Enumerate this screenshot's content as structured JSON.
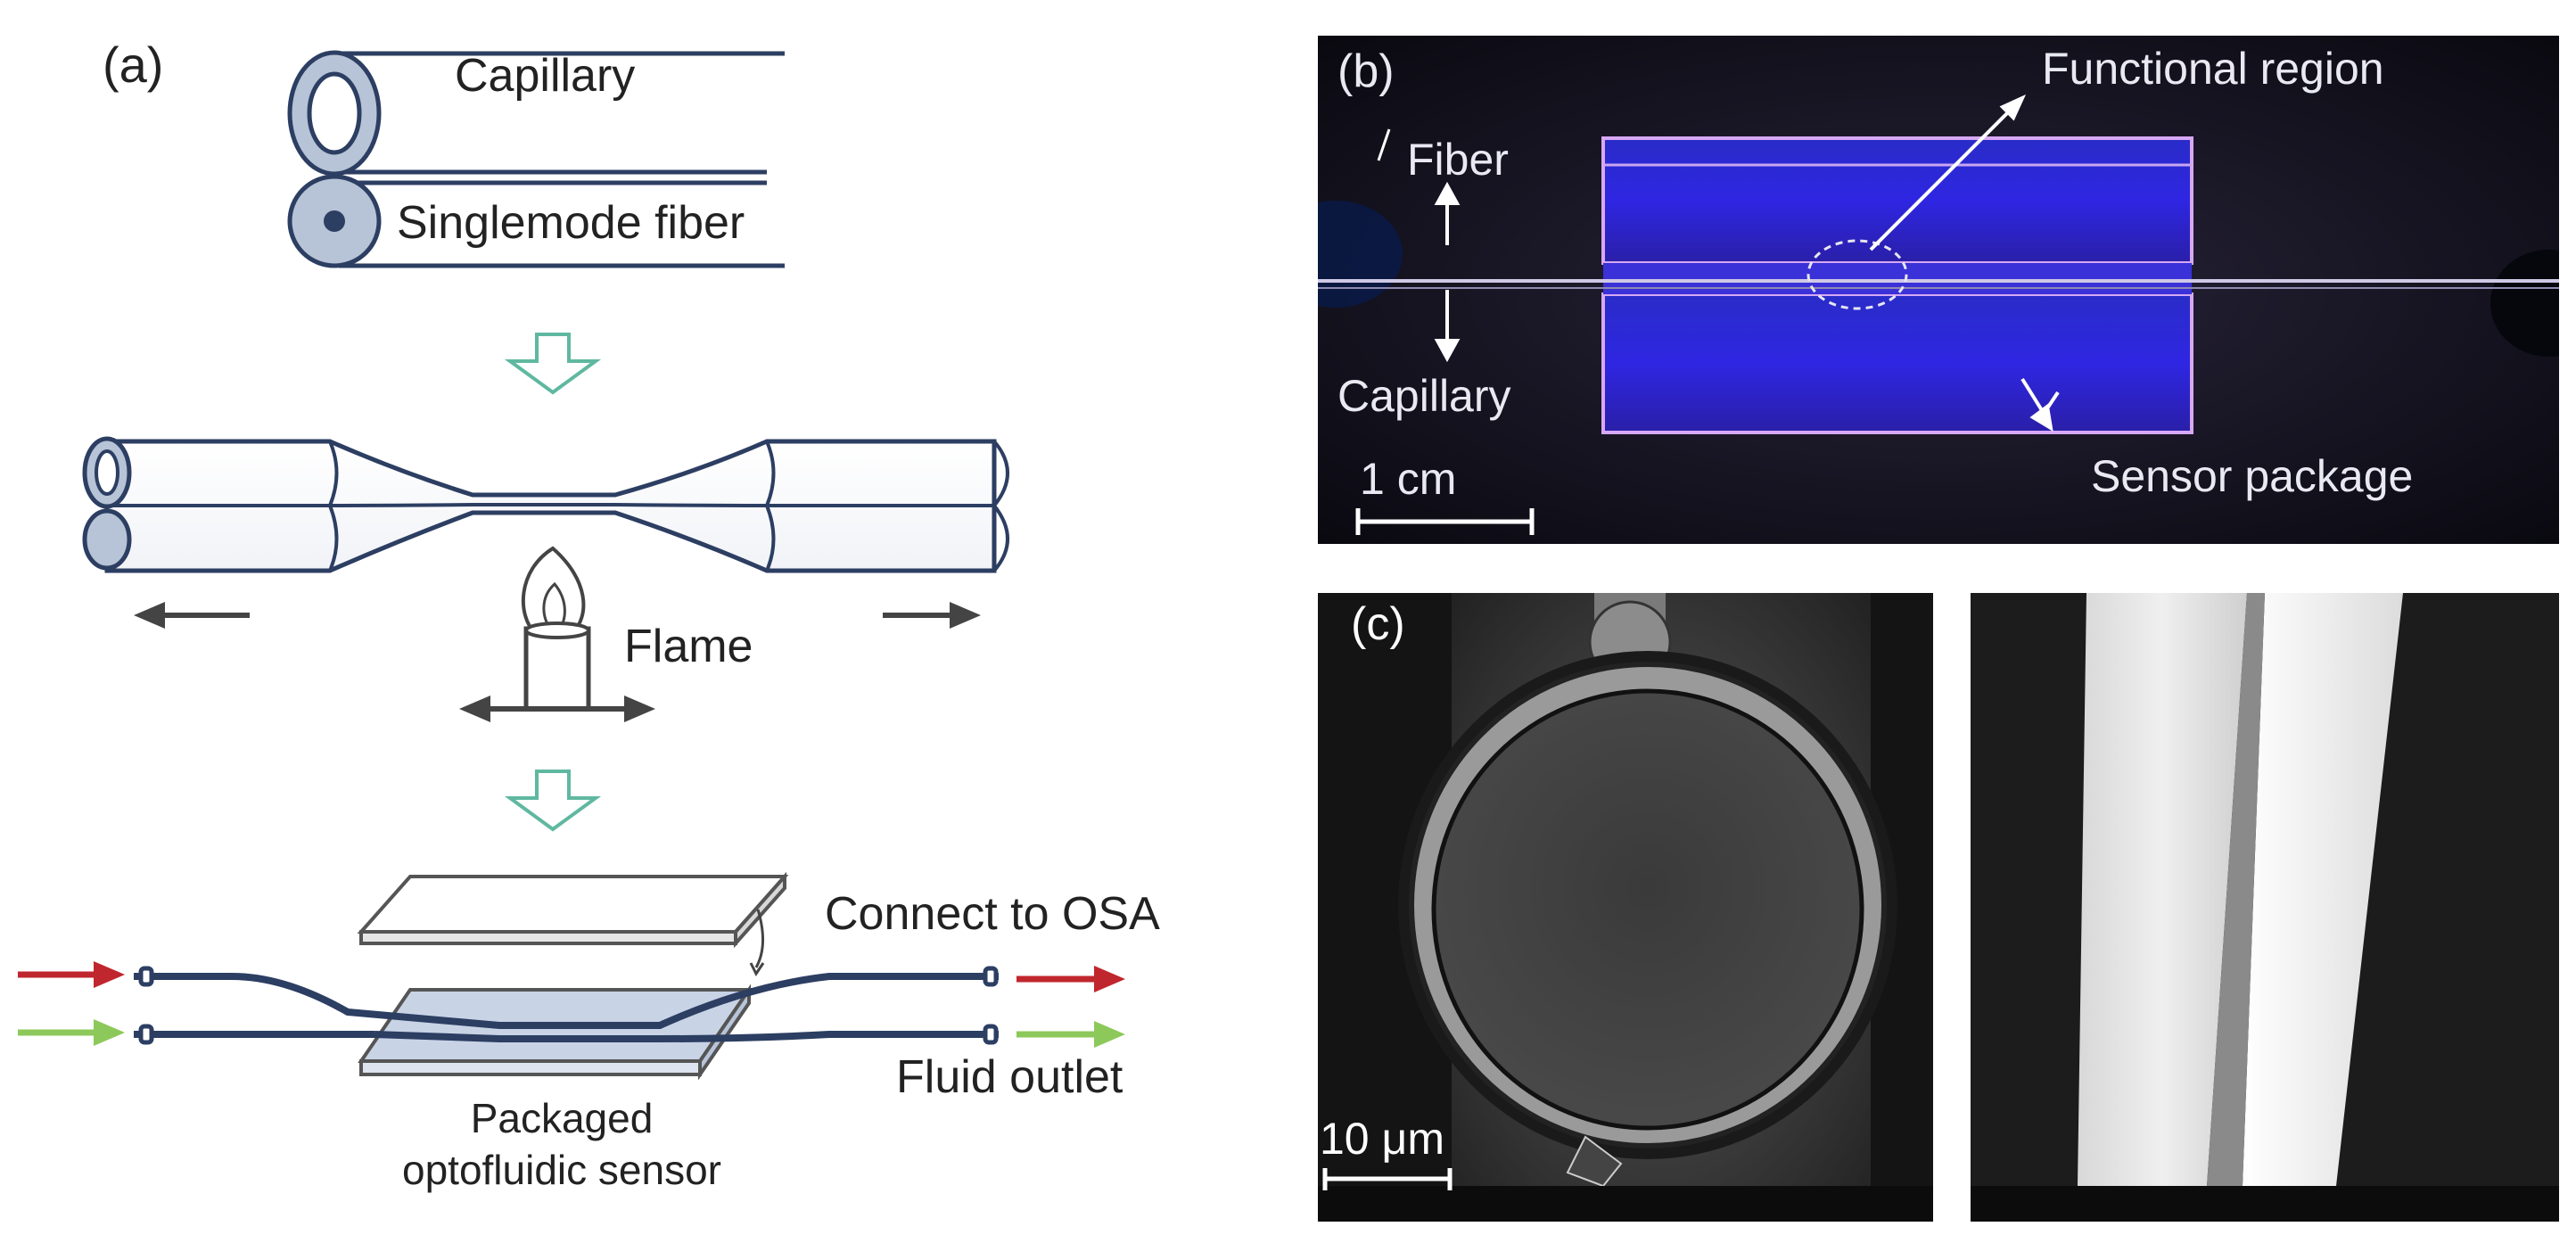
{
  "panel_a": {
    "panel_label": "(a)",
    "capillary_label": "Capillary",
    "fiber_label": "Singlemode fiber",
    "flame_label": "Flame",
    "osa_label": "Connect to OSA",
    "outlet_label": "Fluid outlet",
    "sensor_label_line1": "Packaged",
    "sensor_label_line2": "optofluidic sensor",
    "colors": {
      "outline": "#2c3e62",
      "down_arrow": "#5fb8a0",
      "red_arrow": "#c0262d",
      "green_arrow": "#8cc95a"
    }
  },
  "panel_b": {
    "panel_label": "(b)",
    "functional_label": "Functional region",
    "fiber_label": "Fiber",
    "capillary_label": "Capillary",
    "scale_label": "1 cm",
    "package_label": "Sensor package"
  },
  "panel_c": {
    "panel_label": "(c)",
    "scale_label": "10 μm"
  }
}
